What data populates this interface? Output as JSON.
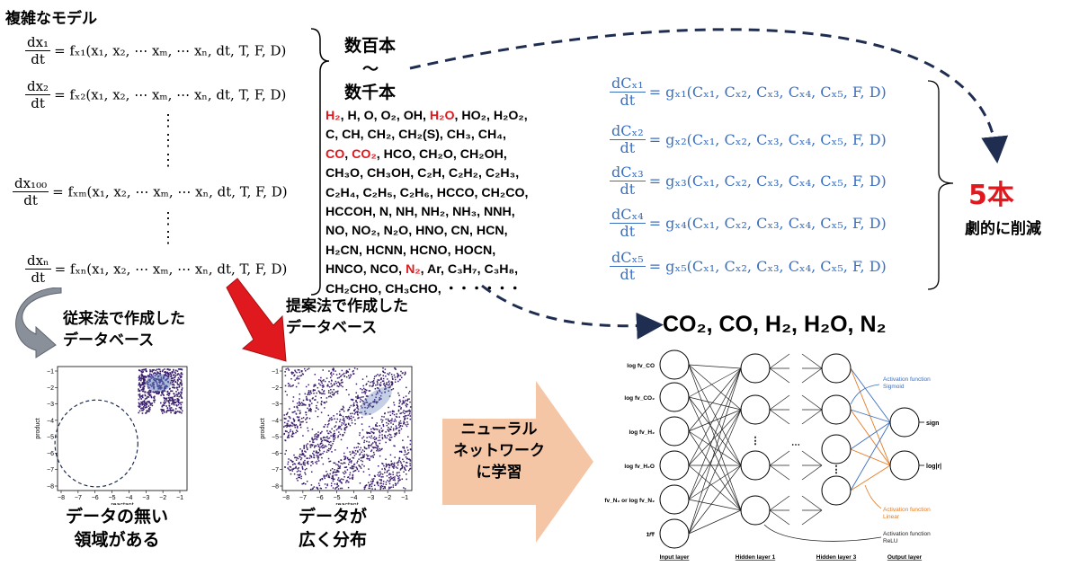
{
  "complex_model": {
    "title": "複雑なモデル",
    "equations": [
      {
        "num": "dx₁",
        "den": "dt",
        "rhs": "= fₓ₁(x₁, x₂, ⋯ xₘ, ⋯ xₙ, dt, T, F, D)"
      },
      {
        "num": "dx₂",
        "den": "dt",
        "rhs": "= fₓ₂(x₁, x₂, ⋯ xₘ, ⋯ xₙ, dt, T, F, D)"
      },
      {
        "num": "dx₁₀₀",
        "den": "dt",
        "rhs": "= fₓₘ(x₁, x₂, ⋯ xₘ, ⋯ xₙ, dt, T, F, D)"
      },
      {
        "num": "dxₙ",
        "den": "dt",
        "rhs": "= fₓₙ(x₁, x₂, ⋯ xₘ, ⋯ xₙ, dt, T, F, D)"
      }
    ],
    "vdots": "⋮"
  },
  "count_label": {
    "top": "数百本",
    "tilde": "〜",
    "bottom": "数千本"
  },
  "species_lines": [
    [
      {
        "t": "H₂",
        "red": true
      },
      {
        "t": ", H, O, O₂, OH, "
      },
      {
        "t": "H₂O",
        "red": true
      },
      {
        "t": ", HO₂, H₂O₂,"
      }
    ],
    [
      {
        "t": "C, CH, CH₂, CH₂(S), CH₃, CH₄,"
      }
    ],
    [
      {
        "t": "CO",
        "red": true
      },
      {
        "t": ", "
      },
      {
        "t": "CO₂",
        "red": true
      },
      {
        "t": ", HCO, CH₂O, CH₂OH,"
      }
    ],
    [
      {
        "t": "CH₃O, CH₃OH, C₂H, C₂H₂, C₂H₃,"
      }
    ],
    [
      {
        "t": "C₂H₄, C₂H₅, C₂H₆, HCCO, CH₂CO,"
      }
    ],
    [
      {
        "t": "HCCOH, N, NH, NH₂, NH₃, NNH,"
      }
    ],
    [
      {
        "t": "NO, NO₂, N₂O, HNO, CN, HCN,"
      }
    ],
    [
      {
        "t": "H₂CN, HCNN, HCNO, HOCN,"
      }
    ],
    [
      {
        "t": "HNCO, NCO, "
      },
      {
        "t": "N₂",
        "red": true
      },
      {
        "t": ", Ar, C₃H₇, C₃H₈,"
      }
    ],
    [
      {
        "t": "CH₂CHO, CH₃CHO, ・・・・・・"
      }
    ]
  ],
  "reduced_model": {
    "equations": [
      {
        "num": "dCₓ₁",
        "den": "dt",
        "rhs": "= gₓ₁(Cₓ₁, Cₓ₂, Cₓ₃, Cₓ₄, Cₓ₅, F, D)"
      },
      {
        "num": "dCₓ₂",
        "den": "dt",
        "rhs": "= gₓ₂(Cₓ₁, Cₓ₂, Cₓ₃, Cₓ₄, Cₓ₅, F, D)"
      },
      {
        "num": "dCₓ₃",
        "den": "dt",
        "rhs": "= gₓ₃(Cₓ₁, Cₓ₂, Cₓ₃, Cₓ₄, Cₓ₅, F, D)"
      },
      {
        "num": "dCₓ₄",
        "den": "dt",
        "rhs": "= gₓ₄(Cₓ₁, Cₓ₂, Cₓ₃, Cₓ₄, Cₓ₅, F, D)"
      },
      {
        "num": "dCₓ₅",
        "den": "dt",
        "rhs": "= gₓ₅(Cₓ₁, Cₓ₂, Cₓ₃, Cₓ₄, Cₓ₅, F, D)"
      }
    ],
    "count": "5本",
    "count_note": "劇的に削減"
  },
  "targets_label": "CO₂, CO, H₂, H₂O, N₂",
  "conventional": {
    "label_line1": "従来法で作成した",
    "label_line2": "データベース",
    "caption_line1": "データの無い",
    "caption_line2": "領域がある"
  },
  "proposed": {
    "label_line1": "提案法で作成した",
    "label_line2": "データベース",
    "caption_line1": "データが",
    "caption_line2": "広く分布"
  },
  "plot": {
    "xlabel": "reactant",
    "ylabel": "product",
    "xticks": [
      "−8",
      "−7",
      "−6",
      "−5",
      "−4",
      "−3",
      "−2",
      "−1"
    ],
    "yticks": [
      "−1",
      "−2",
      "−3",
      "−4",
      "−5",
      "−6",
      "−7",
      "−8"
    ]
  },
  "nn_arrow_label": [
    "ニューラル",
    "ネットワーク",
    "に学習"
  ],
  "network": {
    "inputs": [
      "log fv_CO",
      "log fv_CO₂",
      "log fv_H₂",
      "log fv_H₂O",
      "fv_N₂ or log fv_N₂",
      "1/T"
    ],
    "outputs": [
      "sign",
      "log|r|"
    ],
    "layers": [
      "Input layer",
      "Hidden layer 1",
      "Hidden layer 3",
      "Output layer"
    ],
    "ellipsis": "⋯",
    "vdots": "⋮",
    "act_sigmoid": [
      "Activation function",
      "Sigmoid"
    ],
    "act_linear": [
      "Activation function",
      "Linear"
    ],
    "act_relu": [
      "Activation function",
      "ReLU"
    ],
    "colors": {
      "sigmoid": "#3a6fc0",
      "linear": "#e57a22",
      "relu": "#222222"
    }
  },
  "colors": {
    "red": "#e0191f",
    "navy": "#1f2d50",
    "blue": "#3a6fc0",
    "scatter": "#3b1f6e",
    "peach": "#f5c6a5"
  }
}
